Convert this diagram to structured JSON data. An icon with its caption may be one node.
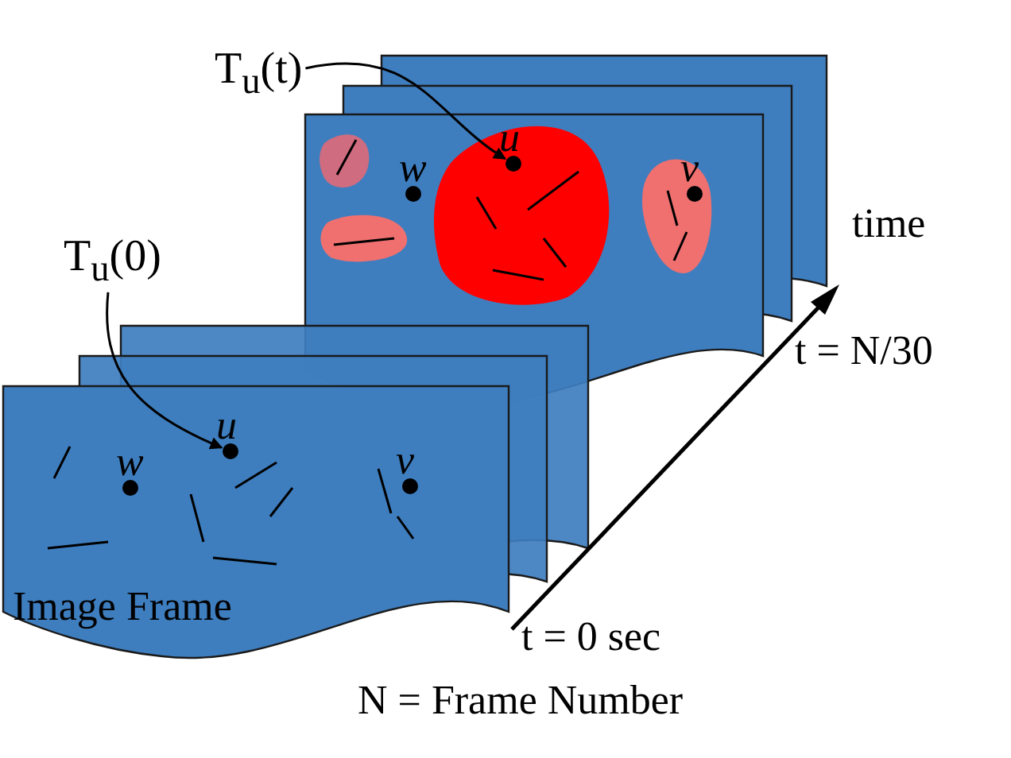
{
  "diagram": {
    "nodes": [
      {
        "text": [
          "Image Frame"
        ]
      },
      {
        "text": [],
        "shape": "circle",
        "beside": [
          "w"
        ],
        "in": 0
      },
      {
        "text": [],
        "shape": "circle",
        "beside": [
          "u"
        ],
        "in": 0
      },
      {
        "text": [],
        "shape": "circle",
        "beside": [
          "v"
        ],
        "in": 0
      },
      {
        "text": [],
        "shape": "box"
      },
      {
        "text": [],
        "shape": "circle",
        "beside": [
          "w"
        ],
        "in": 4
      },
      {
        "text": [],
        "shape": "circle",
        "beside": [
          "u"
        ],
        "in": 4
      },
      {
        "text": [],
        "shape": "circle",
        "beside": [
          "v"
        ],
        "in": 4
      },
      {
        "text": [
          "T$_{u}$(0)"
        ]
      },
      {
        "text": [
          "T$_{u}$(t)"
        ]
      }
    ],
    "edges": [
      {
        "from": 8,
        "to": 2,
        "arrow": "to"
      },
      {
        "from": 9,
        "to": 6,
        "arrow": "to"
      }
    ],
    "labels": [
      "time",
      "t = N/30",
      "t = 0 sec",
      "N = Frame Number"
    ]
  }
}
